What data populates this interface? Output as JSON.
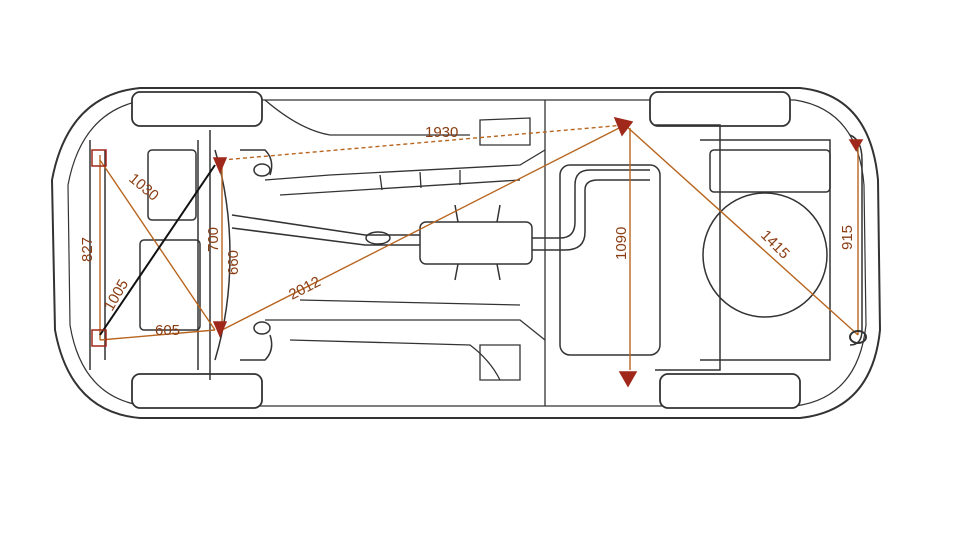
{
  "colors": {
    "outline": "#333333",
    "background": "#ffffff",
    "dimension_line": "#b8651f",
    "dimension_text": "#8a3d12",
    "marker": "#a0281a",
    "dark_line": "#111111"
  },
  "dimensions": {
    "d1930": "1930",
    "d1030": "1030",
    "d827": "827",
    "d1005": "1005",
    "d605": "605",
    "d700": "700",
    "d660": "660",
    "d2012": "2012",
    "d1090": "1090",
    "d1415": "1415",
    "d915": "915"
  }
}
